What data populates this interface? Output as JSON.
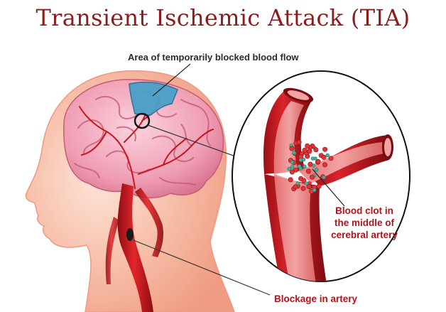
{
  "title": "Transient Ischemic Attack (TIA)",
  "labels": {
    "area": "Area of temporarily blocked blood flow",
    "clot_line1": "Blood clot in",
    "clot_line2": "the middle of",
    "clot_line3": "cerebral artery",
    "blockage": "Blockage in artery"
  },
  "colors": {
    "title": "#8c1c1c",
    "label_red": "#b0141a",
    "skin": "#f7c7b4",
    "brain": "#f2a5b8",
    "artery": "#c8161e",
    "blocked_area": "#4a9fc9"
  }
}
